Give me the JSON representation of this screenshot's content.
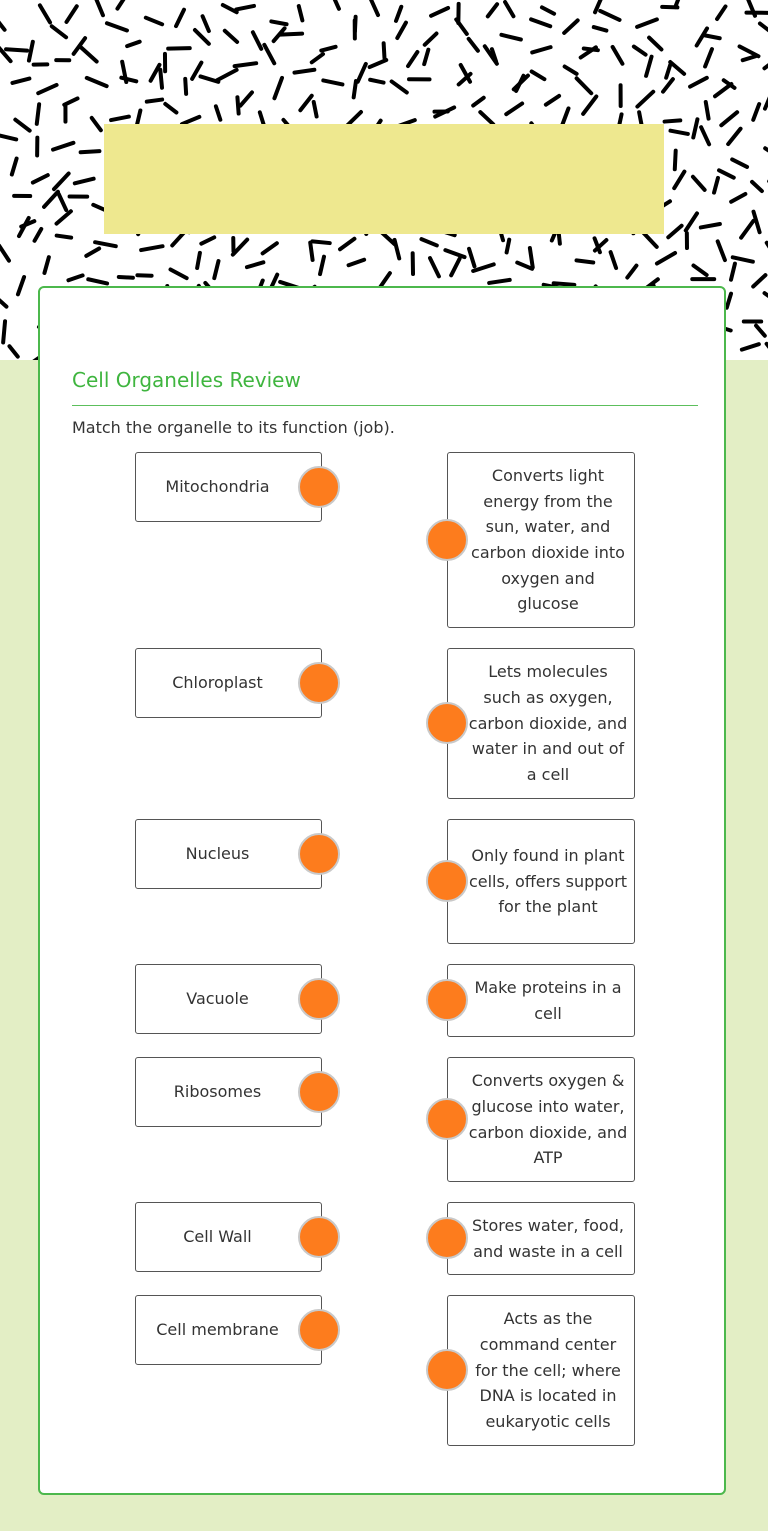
{
  "worksheet": {
    "title": "Cell Organelles Review",
    "instructions": "Match the organelle to its function (job).",
    "accent_color": "#3fb53f",
    "dot_color": "#fd7c1d",
    "terms": [
      {
        "label": "Mitochondria"
      },
      {
        "label": "Chloroplast"
      },
      {
        "label": "Nucleus"
      },
      {
        "label": "Vacuole"
      },
      {
        "label": "Ribosomes"
      },
      {
        "label": "Cell Wall"
      },
      {
        "label": "Cell membrane"
      }
    ],
    "definitions": [
      {
        "text": "Converts light energy from the sun, water, and carbon dioxide into oxygen and glucose"
      },
      {
        "text": "Lets molecules such as oxygen, carbon dioxide, and water in and out of a cell"
      },
      {
        "text": "Only found in plant cells, offers support for the plant"
      },
      {
        "text": "Make proteins in a cell"
      },
      {
        "text": "Converts oxygen & glucose into water, carbon dioxide, and ATP"
      },
      {
        "text": "Stores water, food, and waste in a cell"
      },
      {
        "text": "Acts as the command center for the cell; where DNA is located in eukaryotic cells"
      }
    ]
  }
}
